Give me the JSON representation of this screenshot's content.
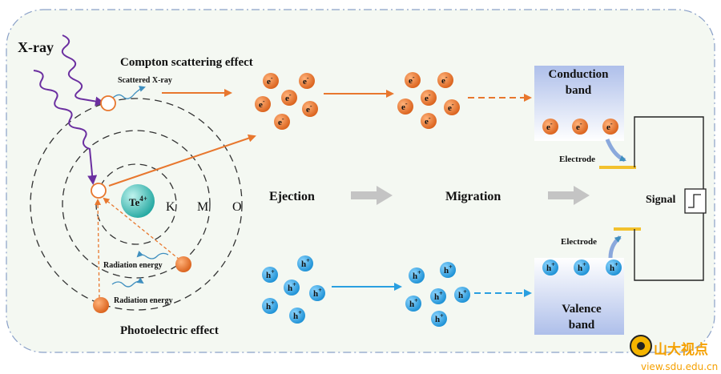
{
  "labels": {
    "xray": "X-ray",
    "compton": "Compton scattering effect",
    "scattered": "Scattered X-ray",
    "ion": "Te",
    "ion_charge": "4+",
    "shell_k": "K",
    "shell_m": "M",
    "shell_o": "O",
    "radiation_energy_1": "Radiation energy",
    "radiation_energy_2": "Radiation energy",
    "photoelectric": "Photoelectric effect",
    "ejection": "Ejection",
    "migration": "Migration",
    "conduction_band_1": "Conduction",
    "conduction_band_2": "band",
    "valence_band_1": "Valence",
    "valence_band_2": "band",
    "electrode_top": "Electrode",
    "electrode_bottom": "Electrode",
    "signal": "Signal",
    "electron": "e",
    "electron_sign": "-",
    "hole": "h",
    "hole_sign": "+"
  },
  "watermark": {
    "title": "山大视点",
    "url": "view.sdu.edu.cn"
  },
  "colors": {
    "electron": "#e8772e",
    "hole": "#2a9fe0",
    "xray": "#6b2fa0",
    "arrow_orange": "#e8772e",
    "arrow_blue": "#2a9fe0",
    "electrode": "#f2c12e",
    "ion": "#2fb3ad",
    "panel_bg": "#f4f8f2"
  }
}
